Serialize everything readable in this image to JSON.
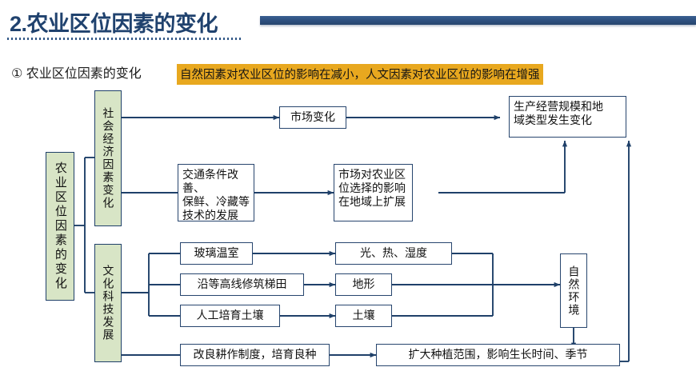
{
  "header": {
    "title": "2.农业区位因素的变化",
    "accent_color": "#2d4f7d"
  },
  "subheading": {
    "label": "① 农业区位因素的变化",
    "highlight": "自然因素对农业区位的影响在减小，人文因素对农业区位的影响在增强",
    "highlight_color": "#e8a81f"
  },
  "diagram": {
    "box_fill_green": "#d8e5c6",
    "box_border": "#27456e",
    "nodes": {
      "root": "农业区位因素的变化",
      "branch_socio": "社会经济因素变化",
      "branch_tech": "文化科技发展",
      "market_change": "市场变化",
      "transport": "交通条件改善、\n保鲜、冷藏等\n技术的发展",
      "transport_l1": "交通条件改善、",
      "transport_l2": "保鲜、冷藏等",
      "transport_l3": "技术的发展",
      "market_effect_l1": "市场对农业区",
      "market_effect_l2": "位选择的影响",
      "market_effect_l3": "在地域上扩展",
      "scale_change_l1": "生产经营规模和地",
      "scale_change_l2": "域类型发生变化",
      "greenhouse": "玻璃温室",
      "terrace": "沿等高线修筑梯田",
      "soil_culture": "人工培育土壤",
      "light_heat_humidity": "光、热、湿度",
      "landform": "地形",
      "soil": "土壤",
      "farming_system": "改良耕作制度，培育良种",
      "expand_range": "扩大种植范围，影响生长时间、季节",
      "natural_env": "自然环境"
    }
  }
}
